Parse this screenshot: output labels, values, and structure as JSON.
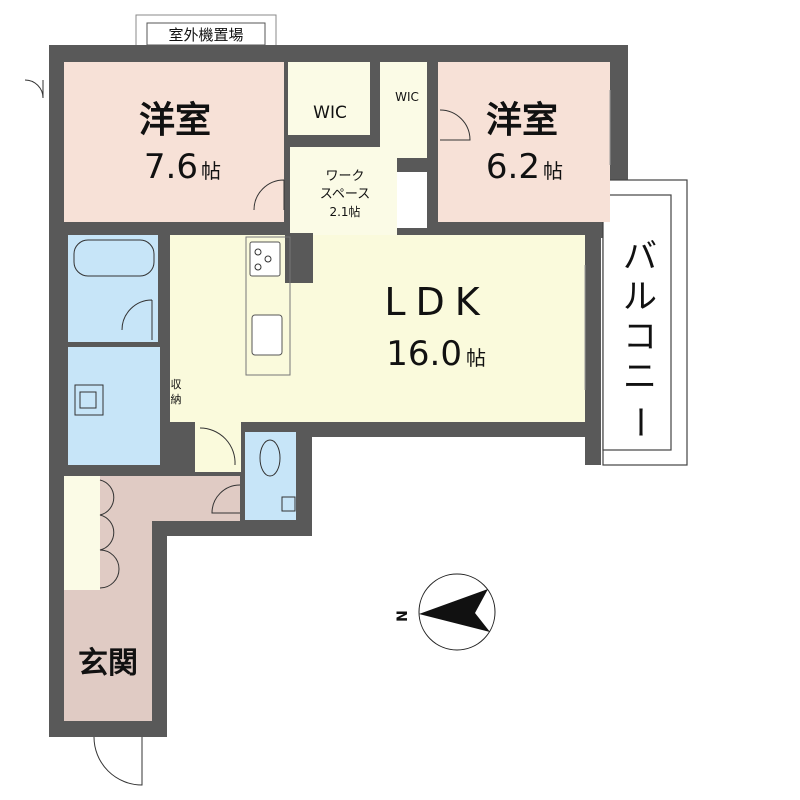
{
  "labels": {
    "outdoor_unit": "室外機置場",
    "bedroom1_name": "洋室",
    "bedroom1_size": "7.6",
    "bedroom2_name": "洋室",
    "bedroom2_size": "6.2",
    "tatami_unit": "帖",
    "wic1": "WIC",
    "wic2": "WIC",
    "workspace_line1": "ワーク",
    "workspace_line2": "スペース",
    "workspace_size": "2.1帖",
    "ldk_name": "LDK",
    "ldk_size": "16.0",
    "balcony": [
      "バ",
      "ル",
      "コ",
      "ニ",
      "ー"
    ],
    "storage": [
      "収",
      "納"
    ],
    "entrance": "玄関",
    "north": "N"
  },
  "colors": {
    "wall": "#595959",
    "bedroom": "#f7e1d7",
    "closet": "#fbfbe6",
    "ldk": "#fafadc",
    "wet_area": "#c7e5f8",
    "hall": "#e0cbc4"
  }
}
